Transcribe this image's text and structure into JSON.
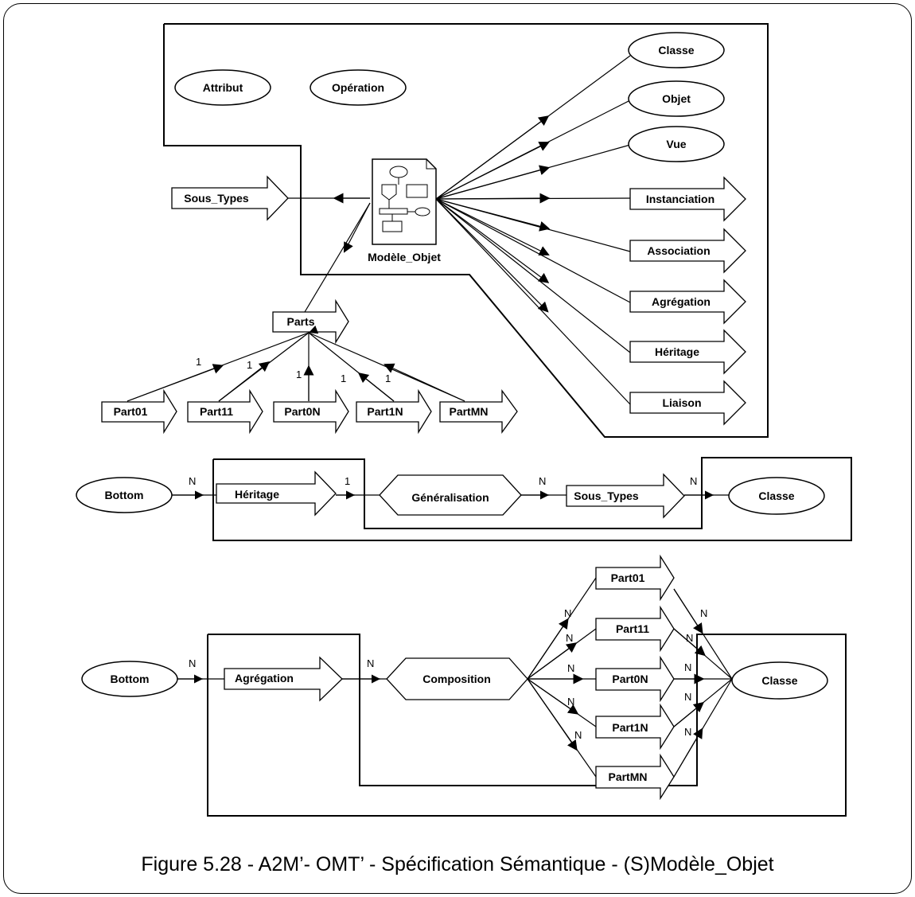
{
  "caption": "Figure 5.28 - A2M’- OMT’ - Spécification Sémantique - (S)Modèle_Objet",
  "top": {
    "attribut": "Attribut",
    "operation": "Opération",
    "classe": "Classe",
    "objet": "Objet",
    "vue": "Vue",
    "instanciation": "Instanciation",
    "association": "Association",
    "agregation": "Agrégation",
    "heritage": "Héritage",
    "liaison": "Liaison",
    "sous_types": "Sous_Types",
    "modele_objet": "Modèle_Objet",
    "parts": "Parts",
    "part01": "Part01",
    "part11": "Part11",
    "part0n": "Part0N",
    "part1n": "Part1N",
    "partmn": "PartMN",
    "one": "1"
  },
  "middle": {
    "bottom": "Bottom",
    "heritage": "Héritage",
    "generalisation": "Généralisation",
    "sous_types": "Sous_Types",
    "classe": "Classe",
    "n": "N",
    "one": "1"
  },
  "lower": {
    "bottom": "Bottom",
    "agregation": "Agrégation",
    "composition": "Composition",
    "classe": "Classe",
    "part01": "Part01",
    "part11": "Part11",
    "part0n": "Part0N",
    "part1n": "Part1N",
    "partmn": "PartMN",
    "n": "N"
  }
}
